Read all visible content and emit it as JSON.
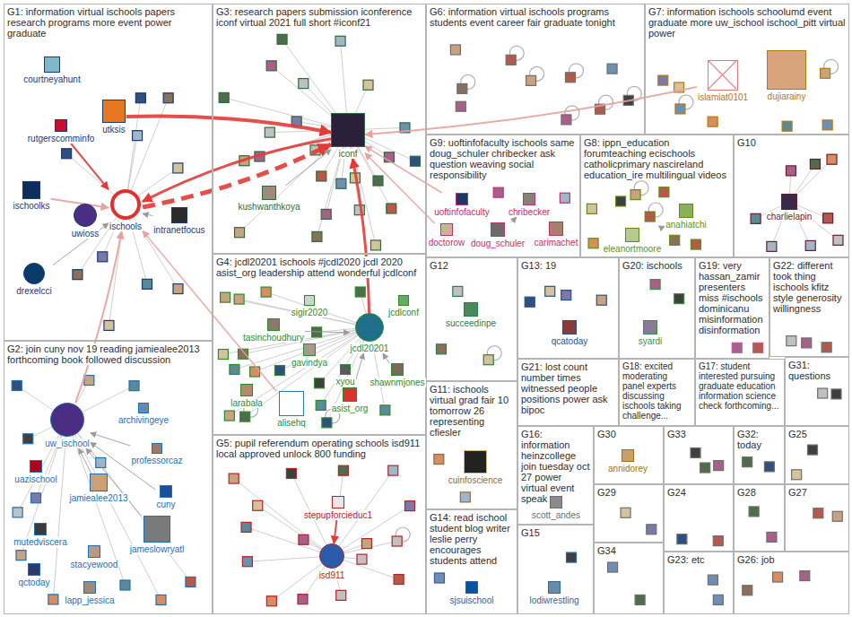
{
  "diagram": {
    "nodes": [
      {
        "text": [
          "G1: information virtual ischools papers research programs more event power graduate"
        ]
      },
      {
        "text": [
          "courtneyahunt"
        ],
        "in": 0
      },
      {
        "text": [
          "utksis"
        ],
        "in": 0
      },
      {
        "text": [
          "rutgerscomminfo"
        ],
        "in": 0
      },
      {
        "text": [
          "ischoolks"
        ],
        "in": 0
      },
      {
        "text": [
          "uwioss"
        ],
        "in": 0
      },
      {
        "text": [
          "ischools"
        ],
        "in": 0
      },
      {
        "text": [
          "intranetfocus"
        ],
        "in": 0
      },
      {
        "text": [
          "drexelcci"
        ],
        "in": 0
      },
      {
        "text": [
          "G3: research papers submission iconference iconf virtual 2021 full short #iconf21"
        ]
      },
      {
        "text": [
          "iconf"
        ],
        "in": 9
      },
      {
        "text": [
          "kushwanthkoya"
        ],
        "in": 9
      },
      {
        "text": [
          "G6: information virtual ischools programs students event career fair graduate tonight"
        ]
      },
      {
        "text": [
          "G7: information ischools schoolumd event graduate more uw_ischool ischool_pitt virtual power"
        ]
      },
      {
        "text": [
          "islamiat0101"
        ],
        "in": 13
      },
      {
        "text": [
          "dujiarainy"
        ],
        "in": 13
      },
      {
        "text": [
          "G9: uoftinfofaculty ischools same doug_schuler chribecker ask question weaving social responsibility"
        ]
      },
      {
        "text": [
          "uoftinfofaculty"
        ],
        "in": 16
      },
      {
        "text": [
          "chribecker"
        ],
        "in": 16
      },
      {
        "text": [
          "doug_schuler"
        ],
        "in": 16
      },
      {
        "text": [
          "carimachet"
        ],
        "in": 16
      },
      {
        "text": [
          "doctorow"
        ],
        "in": 16
      },
      {
        "text": [
          "G8: ippn_education forumteaching ecischools catholicprimary nascireland education_ire multilingual videos"
        ]
      },
      {
        "text": [
          "anahiatchi"
        ],
        "in": 22
      },
      {
        "text": [
          "eleanortmoore"
        ],
        "in": 22
      },
      {
        "text": [
          "G10"
        ]
      },
      {
        "text": [
          "charlielapin"
        ],
        "in": 25
      },
      {
        "text": [
          "G4: jcdl20201 ischools #jcdl2020 jcdl 2020 asist_org leadership attend wonderful jcdlconf"
        ]
      },
      {
        "text": [
          "sigir2020"
        ],
        "in": 27
      },
      {
        "text": [
          "jcdlconf"
        ],
        "in": 27
      },
      {
        "text": [
          "tasinchoudhury"
        ],
        "in": 27
      },
      {
        "text": [
          "gavindya"
        ],
        "in": 27
      },
      {
        "text": [
          "jcdl20201"
        ],
        "in": 27
      },
      {
        "text": [
          "xyou"
        ],
        "in": 27
      },
      {
        "text": [
          "shawnmjones"
        ],
        "in": 27
      },
      {
        "text": [
          "asist_org"
        ],
        "in": 27
      },
      {
        "text": [
          "larabala"
        ],
        "in": 27
      },
      {
        "text": [
          "alisehq"
        ],
        "in": 27
      },
      {
        "text": [
          "G12"
        ]
      },
      {
        "text": [
          "succeedinpe"
        ],
        "in": 38
      },
      {
        "text": [
          "G13: 19"
        ]
      },
      {
        "text": [
          "qcatoday"
        ],
        "in": 40
      },
      {
        "text": [
          "G20: ischools"
        ]
      },
      {
        "text": [
          "syardi"
        ],
        "in": 42
      },
      {
        "text": [
          "G19: very hassan_zamir presenters miss #ischools dominicanu misinformation disinformation"
        ]
      },
      {
        "text": [
          "G22: different took thing ischools kfitz style generosity willingness"
        ]
      },
      {
        "text": [
          "G2: join cuny nov 19 reading jamiealee2013 forthcoming book followed discussion"
        ]
      },
      {
        "text": [
          "uw_ischool"
        ],
        "in": 46
      },
      {
        "text": [
          "uazischool"
        ],
        "in": 46
      },
      {
        "text": [
          "archivingeye"
        ],
        "in": 46
      },
      {
        "text": [
          "professorcaz"
        ],
        "in": 46
      },
      {
        "text": [
          "jamiealee2013"
        ],
        "in": 46
      },
      {
        "text": [
          "cuny"
        ],
        "in": 46
      },
      {
        "text": [
          "jameslowryatl"
        ],
        "in": 46
      },
      {
        "text": [
          "mutedviscera"
        ],
        "in": 46
      },
      {
        "text": [
          "stacyewood"
        ],
        "in": 46
      },
      {
        "text": [
          "qctoday"
        ],
        "in": 46
      },
      {
        "text": [
          "lapp_jessica"
        ],
        "in": 46
      },
      {
        "text": [
          "G31: questions"
        ]
      },
      {
        "text": [
          "G21: lost count number times witnessed people positions power ask bipoc"
        ]
      },
      {
        "text": [
          "G18: excited moderating panel experts discussing ischools taking challenge..."
        ]
      },
      {
        "text": [
          "G17: student interested pursuing graduate education information science check forthcoming..."
        ]
      },
      {
        "text": [
          "G11: ischools virtual grad fair 10 tomorrow 26 representing cfiesler"
        ]
      },
      {
        "text": [
          "cuinfoscience"
        ],
        "in": 62
      },
      {
        "text": [
          "G30"
        ]
      },
      {
        "text": [
          "annidorey"
        ],
        "in": 64
      },
      {
        "text": [
          "G33"
        ]
      },
      {
        "text": [
          "G32: today"
        ]
      },
      {
        "text": [
          "G25"
        ]
      },
      {
        "text": [
          "G16: information heinzcollege join tuesday oct 27 power virtual event speak"
        ]
      },
      {
        "text": [
          "scott_andes"
        ],
        "in": 69
      },
      {
        "text": [
          "G29"
        ]
      },
      {
        "text": [
          "G24"
        ]
      },
      {
        "text": [
          "G28"
        ]
      },
      {
        "text": [
          "G27"
        ]
      },
      {
        "text": [
          "G5: pupil referendum operating schools isd911 local approved unlock 800 funding"
        ]
      },
      {
        "text": [
          "stepupforcieduc1"
        ],
        "in": 75
      },
      {
        "text": [
          "isd911"
        ],
        "in": 75
      },
      {
        "text": [
          "G14: read ischool student blog writer leslie perry encourages students attend"
        ]
      },
      {
        "text": [
          "sjsuischool"
        ],
        "in": 78
      },
      {
        "text": [
          "G15"
        ]
      },
      {
        "text": [
          "lodiwrestling"
        ],
        "in": 80
      },
      {
        "text": [
          "G34"
        ]
      },
      {
        "text": [
          "G23: etc"
        ]
      },
      {
        "text": [
          "G26: job"
        ]
      }
    ],
    "edges": [
      {
        "from": 6,
        "to": 10,
        "arrow": "to"
      },
      {
        "from": 2,
        "to": 10,
        "arrow": "to"
      },
      {
        "from": 10,
        "to": 6,
        "arrow": "to"
      },
      {
        "from": 32,
        "to": 10,
        "arrow": "to"
      },
      {
        "from": 14,
        "to": 10,
        "arrow": "to"
      },
      {
        "from": 47,
        "to": 6,
        "arrow": "to"
      },
      {
        "from": 11,
        "to": 10,
        "arrow": "to"
      },
      {
        "from": 21,
        "to": 10,
        "arrow": "to"
      },
      {
        "from": 76,
        "to": 77,
        "arrow": "to"
      },
      {
        "from": 35,
        "to": 32,
        "arrow": "to"
      },
      {
        "from": 30,
        "to": 32,
        "arrow": "to"
      },
      {
        "from": 34,
        "to": 32,
        "arrow": "to"
      },
      {
        "from": 19,
        "to": 18,
        "arrow": "to"
      },
      {
        "from": 17,
        "to": 10,
        "arrow": "to"
      },
      {
        "from": 51,
        "to": 47,
        "arrow": "to"
      },
      {
        "from": 52,
        "to": 47,
        "arrow": "to"
      },
      {
        "from": 53,
        "to": 47,
        "arrow": "to"
      },
      {
        "from": 50,
        "to": 47,
        "arrow": "to"
      },
      {
        "from": 3,
        "to": 6,
        "arrow": "to"
      },
      {
        "from": 8,
        "to": 6,
        "arrow": "to"
      },
      {
        "from": 4,
        "to": 6,
        "arrow": "to"
      },
      {
        "from": 7,
        "to": 6,
        "arrow": "to"
      },
      {
        "from": 24,
        "to": 23,
        "arrow": "to"
      },
      {
        "from": 37,
        "to": 6,
        "arrow": "to"
      }
    ]
  }
}
